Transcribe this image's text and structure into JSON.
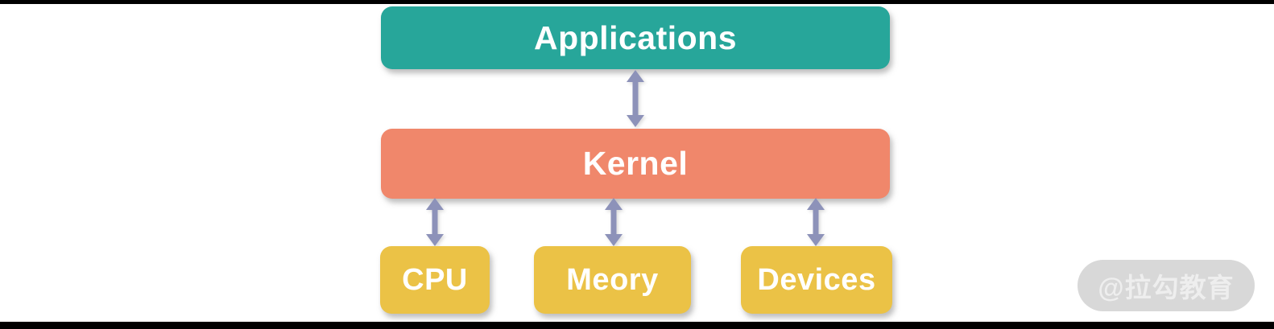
{
  "diagram": {
    "nodes": {
      "applications": {
        "label": "Applications"
      },
      "kernel": {
        "label": "Kernel"
      },
      "cpu": {
        "label": "CPU"
      },
      "memory": {
        "label": "Meory"
      },
      "devices": {
        "label": "Devices"
      }
    },
    "edges": [
      {
        "from": "applications",
        "to": "kernel",
        "style": "double-arrow"
      },
      {
        "from": "kernel",
        "to": "cpu",
        "style": "double-arrow"
      },
      {
        "from": "kernel",
        "to": "memory",
        "style": "double-arrow"
      },
      {
        "from": "kernel",
        "to": "devices",
        "style": "double-arrow"
      }
    ],
    "watermark": {
      "label": "@拉勾教育"
    }
  },
  "colors": {
    "applications-bg": "#27a69a",
    "kernel-bg": "#f0876b",
    "device-bg": "#ebc246",
    "arrow": "#8d92b9",
    "node-text": "#ffffff",
    "watermark-bg": "#d8d8d8",
    "watermark-text": "#eeeeee",
    "frame-bar": "#000000",
    "canvas-bg": "#ffffff"
  }
}
